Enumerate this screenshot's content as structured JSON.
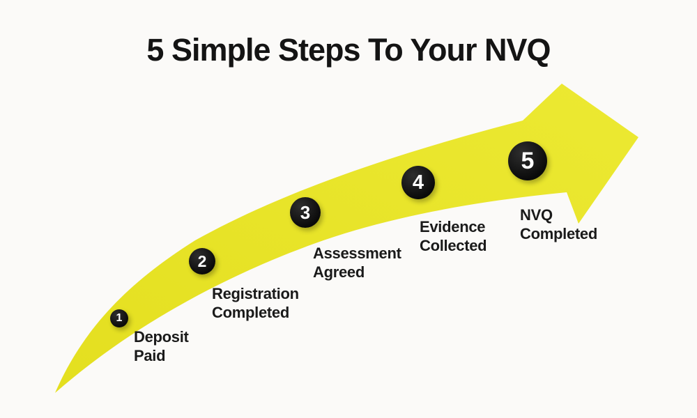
{
  "title": "5 Simple Steps To Your NVQ",
  "steps": [
    {
      "number": "1",
      "line1": "Deposit",
      "line2": "Paid"
    },
    {
      "number": "2",
      "line1": "Registration",
      "line2": "Completed"
    },
    {
      "number": "3",
      "line1": "Assessment",
      "line2": "Agreed"
    },
    {
      "number": "4",
      "line1": "Evidence",
      "line2": "Collected"
    },
    {
      "number": "5",
      "line1": "NVQ",
      "line2": "Completed"
    }
  ],
  "colors": {
    "arrow_yellow": "#e6e226",
    "arrow_yellow_light": "#ece932",
    "step_circle": "#0d0d0d",
    "step_number": "#ffffff",
    "text": "#1a1a1a",
    "background": "#fbfaf8"
  }
}
